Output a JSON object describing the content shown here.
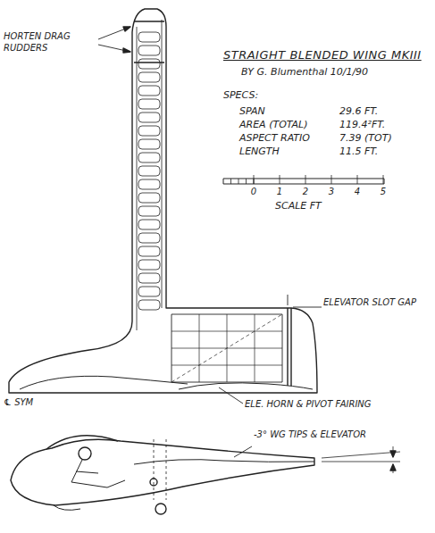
{
  "diagram": {
    "title": "STRAIGHT BLENDED WING MKIII",
    "labels": [
      "BY G. Blumenthal 10/1/90",
      "SPECS:",
      "SPAN",
      "29.6 FT.",
      "AREA (TOTAL)",
      "119.4²FT.",
      "ASPECT RATIO",
      "7.39 (TOT)",
      "LENGTH",
      "11.5 FT.",
      "0",
      "1",
      "2",
      "3",
      "4",
      "5",
      "SCALE FT",
      "HORTEN DRAG RUDDERS",
      "ELEVATOR SLOT GAP",
      "ELE. HORN & PIVOT FAIRING",
      "℄ SYM",
      "-3° WG TIPS & ELEVATOR"
    ]
  }
}
